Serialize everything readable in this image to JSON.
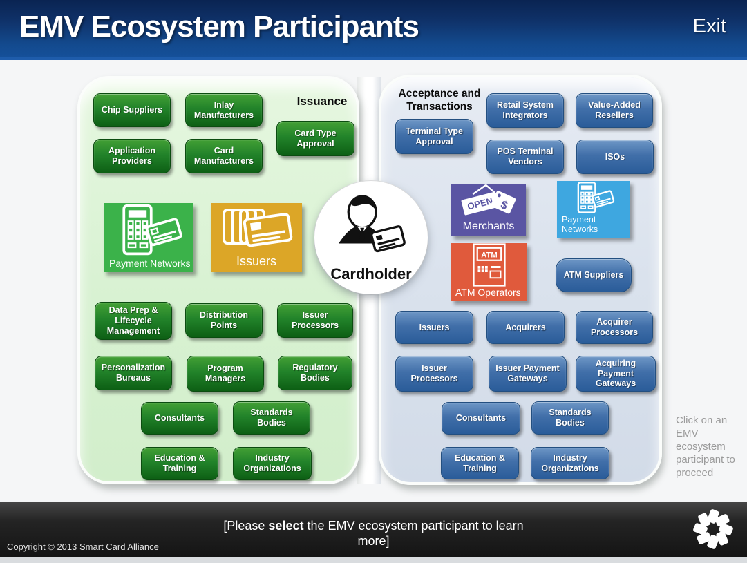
{
  "app": {
    "title": "EMV Ecosystem Participants",
    "exit_label": "Exit"
  },
  "colors": {
    "header_blue": "#134a8e",
    "accent_line": "#1e5cab",
    "issuance_panel": "#d9f2d3",
    "issuance_button": "#1f7d21",
    "acceptance_panel": "#dae2ed",
    "acceptance_button": "#35669f",
    "tile_payment_networks_issuance": "#3bb24a",
    "tile_issuers": "#dca627",
    "tile_merchants": "#5a55a3",
    "tile_payment_networks_acceptance": "#3ea7e0",
    "tile_atm_operators": "#e05a3c",
    "footer_dark": "#1c1c1c"
  },
  "issuance": {
    "heading": "Issuance",
    "buttons": {
      "chip_suppliers": "Chip Suppliers",
      "inlay_manufacturers": "Inlay Manufacturers",
      "card_type_approval": "Card Type Approval",
      "application_providers": "Application Providers",
      "card_manufacturers": "Card Manufacturers",
      "data_prep": "Data Prep & Lifecycle Management",
      "distribution_points": "Distribution Points",
      "issuer_processors": "Issuer Processors",
      "personalization_bureaus": "Personalization Bureaus",
      "program_managers": "Program Managers",
      "regulatory_bodies": "Regulatory Bodies",
      "consultants": "Consultants",
      "standards_bodies": "Standards Bodies",
      "education_training": "Education & Training",
      "industry_organizations": "Industry Organizations"
    },
    "tiles": {
      "payment_networks": {
        "label": "Payment Networks"
      },
      "issuers": {
        "label": "Issuers"
      }
    }
  },
  "cardholder": {
    "label": "Cardholder"
  },
  "acceptance": {
    "heading": "Acceptance and Transactions",
    "buttons": {
      "terminal_type_approval": "Terminal Type Approval",
      "retail_system_integrators": "Retail System Integrators",
      "value_added_resellers": "Value-Added Resellers",
      "pos_terminal_vendors": "POS Terminal Vendors",
      "isos": "ISOs",
      "atm_suppliers": "ATM Suppliers",
      "issuers": "Issuers",
      "acquirers": "Acquirers",
      "acquirer_processors": "Acquirer Processors",
      "issuer_processors": "Issuer Processors",
      "issuer_payment_gateways": "Issuer Payment Gateways",
      "acquiring_payment_gateways": "Acquiring Payment Gateways",
      "consultants": "Consultants",
      "standards_bodies": "Standards Bodies",
      "education_training": "Education & Training",
      "industry_organizations": "Industry Organizations"
    },
    "tiles": {
      "merchants": {
        "label": "Merchants",
        "sign_text": "OPEN",
        "tag_symbol": "$"
      },
      "payment_networks": {
        "label": "Payment Networks"
      },
      "atm_operators": {
        "label": "ATM Operators",
        "icon_text": "ATM"
      }
    }
  },
  "side_note": {
    "text": "Click on an EMV ecosystem participant to proceed"
  },
  "footer": {
    "prompt_prefix": "[Please ",
    "prompt_bold": "select",
    "prompt_suffix": " the EMV ecosystem participant to learn more]",
    "copyright": "Copyright © 2013 Smart Card Alliance"
  }
}
